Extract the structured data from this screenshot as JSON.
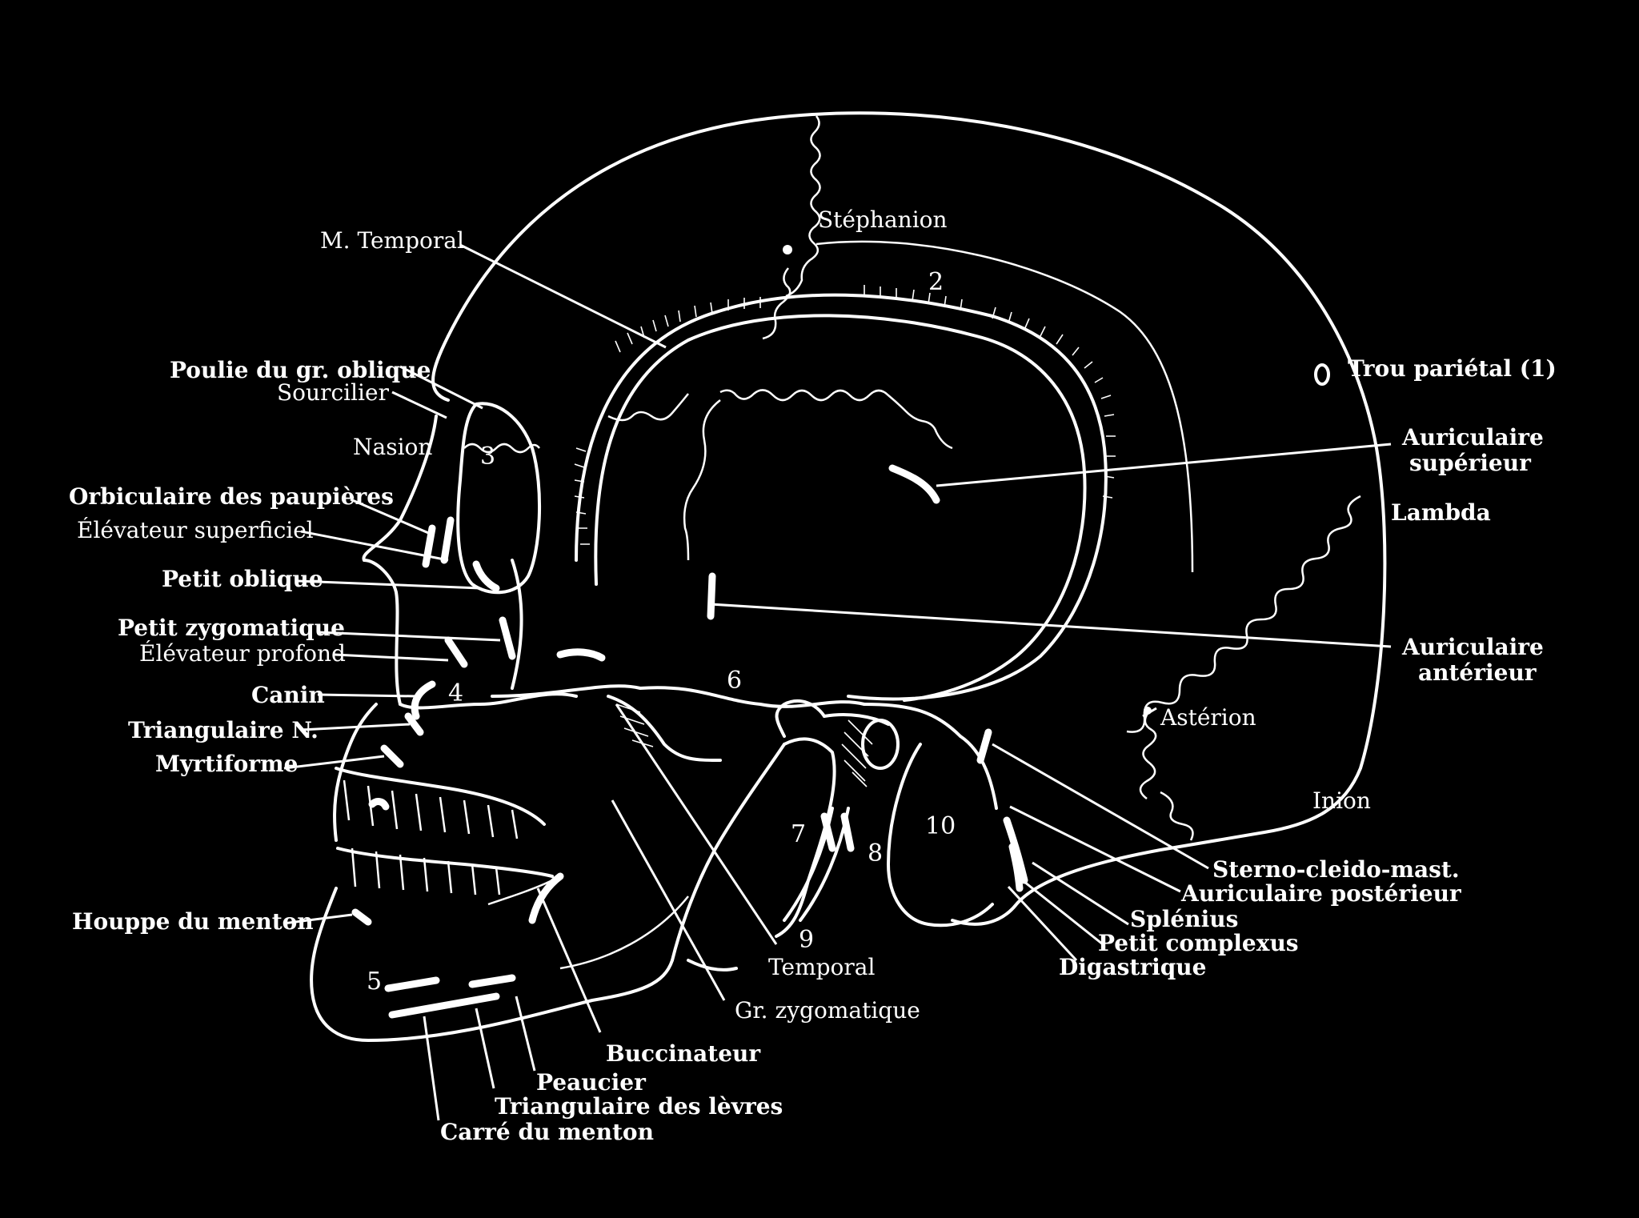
{
  "labels": {
    "m_temporal": "M. Temporal",
    "stephanion": "Stéphanion",
    "poulie": "Poulie du gr. oblique",
    "sourcilier": "Sourcilier",
    "nasion": "Nasion",
    "orbiculaire": "Orbiculaire des paupières",
    "elevateur_superficiel": "Élévateur superficiel",
    "petit_oblique": "Petit oblique",
    "petit_zygomatique": "Petit zygomatique",
    "elevateur_profond": "Élévateur profond",
    "canin": "Canin",
    "triangulaire_n": "Triangulaire N.",
    "myrtiforme": "Myrtiforme",
    "houppe": "Houppe du menton",
    "trou_parietal": "Trou pariétal (1)",
    "auriculaire_superieur_1": "Auriculaire",
    "auriculaire_superieur_2": "supérieur",
    "lambda": "Lambda",
    "auriculaire_anterieur_1": "Auriculaire",
    "auriculaire_anterieur_2": "antérieur",
    "asterion": "Astérion",
    "inion": "Inion",
    "sterno": "Sterno-cleido-mast.",
    "auriculaire_posterieur": "Auriculaire postérieur",
    "splenius": "Splénius",
    "petit_complexus": "Petit complexus",
    "digastrique": "Digastrique",
    "temporal": "Temporal",
    "gr_zygomatique": "Gr. zygomatique",
    "buccinateur": "Buccinateur",
    "peaucier": "Peaucier",
    "triangulaire_levres": "Triangulaire des lèvres",
    "carre_menton": "Carré du menton"
  },
  "numbers": {
    "n2": "2",
    "n3": "3",
    "n4": "4",
    "n5": "5",
    "n6": "6",
    "n7": "7",
    "n8": "8",
    "n9": "9",
    "n10": "10"
  },
  "colors": {
    "background": "#000000",
    "ink": "#ffffff"
  }
}
